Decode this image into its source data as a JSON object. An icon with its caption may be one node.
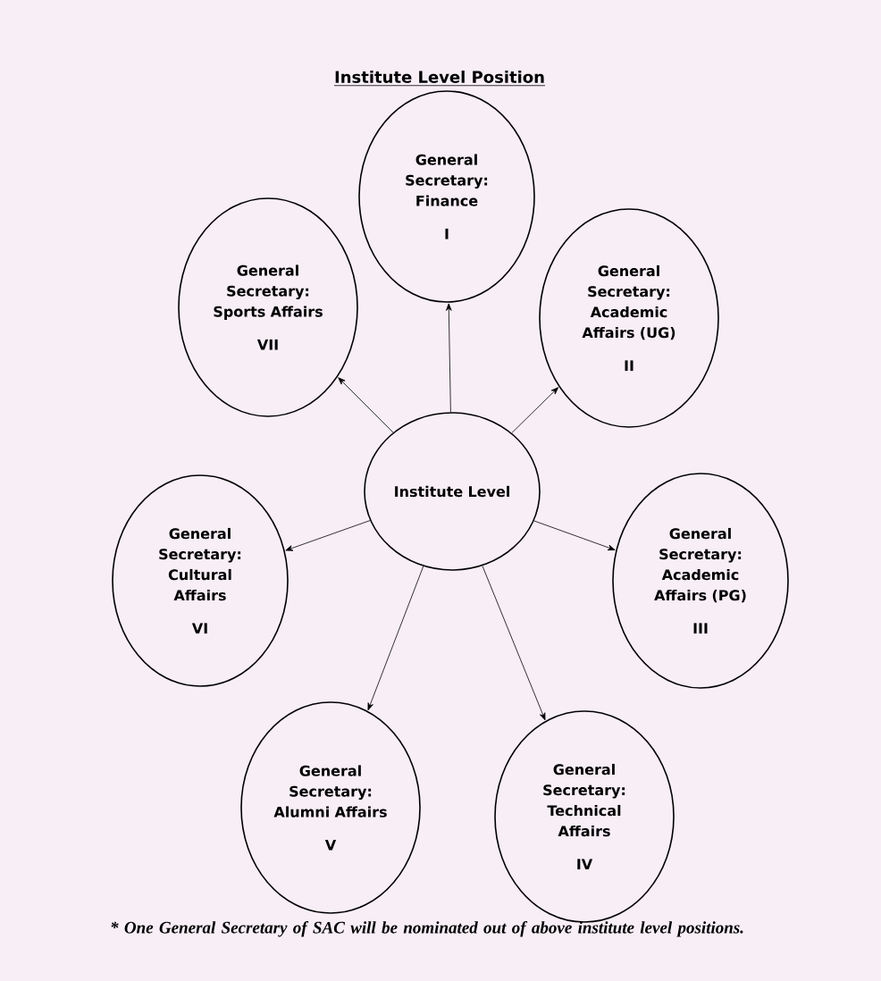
{
  "diagram": {
    "title": "Institute Level Position",
    "nodes": [
      {
        "text": [
          "General Secretary: Finance",
          "I"
        ]
      },
      {
        "text": [
          "General Secretary: Sports Affairs",
          "VII"
        ]
      },
      {
        "text": [
          "General Secretary: Academic Affairs (UG)",
          "II"
        ]
      },
      {
        "text": [
          "Institute Level"
        ]
      },
      {
        "text": [
          "General Secretary: Cultural Affairs",
          "VI"
        ]
      },
      {
        "text": [
          "General Secretary: Academic Affairs (PG)",
          "III"
        ]
      },
      {
        "text": [
          "General Secretary: Alumni Affairs",
          "V"
        ]
      },
      {
        "text": [
          "General Secretary: Technical Affairs",
          "IV"
        ]
      }
    ],
    "edges": [
      {
        "from": 3,
        "to": 0,
        "arrow": "to"
      },
      {
        "from": 3,
        "to": 1,
        "arrow": "to"
      },
      {
        "from": 3,
        "to": 2,
        "arrow": "to"
      },
      {
        "from": 3,
        "to": 4,
        "arrow": "to"
      },
      {
        "from": 3,
        "to": 5,
        "arrow": "to"
      },
      {
        "from": 3,
        "to": 6,
        "arrow": "to"
      },
      {
        "from": 3,
        "to": 7,
        "arrow": "to"
      }
    ],
    "caption": "* One General Secretary of SAC will be nominated out of above institute level positions."
  }
}
